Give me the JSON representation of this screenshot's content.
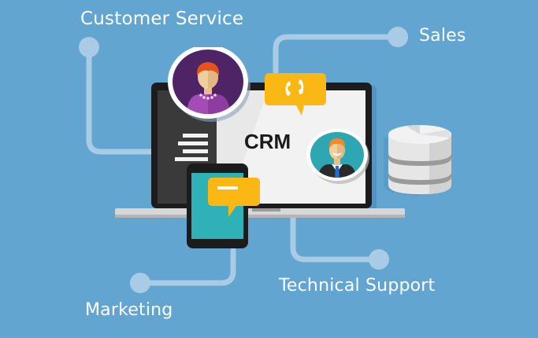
{
  "diagram": {
    "center_label": "CRM",
    "nodes": [
      {
        "id": "customer-service",
        "label": "Customer Service"
      },
      {
        "id": "sales",
        "label": "Sales"
      },
      {
        "id": "technical-support",
        "label": "Technical Support"
      },
      {
        "id": "marketing",
        "label": "Marketing"
      }
    ],
    "icons": [
      "laptop-icon",
      "female-agent-avatar-icon",
      "male-agent-avatar-icon",
      "phone-chat-bubble-icon",
      "message-chat-bubble-icon",
      "tablet-icon",
      "database-icon",
      "menu-lines-icon"
    ],
    "colors": {
      "background": "#62a5d1",
      "connector": "#a9cbe6",
      "accent_yellow": "#fbb713",
      "avatar_purple_bg": "#4f2466",
      "avatar_teal_bg": "#2ea7b3",
      "tablet_screen": "#2fb1b8",
      "laptop_frame": "#1c1c1c",
      "screen_bg": "#e8e8e8"
    }
  }
}
